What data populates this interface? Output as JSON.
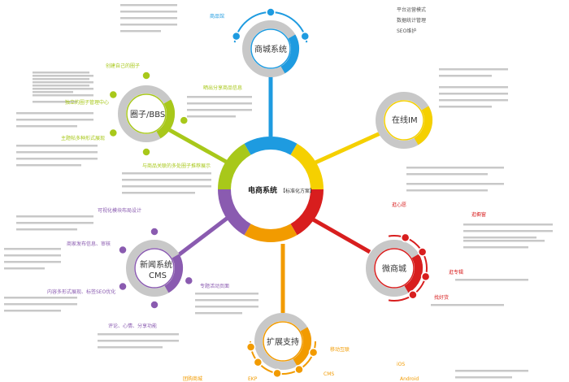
{
  "center": {
    "title": "电商系统",
    "subtitle": "【标准化方案】"
  },
  "colors": {
    "blue": "#1e9be0",
    "yellow": "#f5d000",
    "red": "#d81e1e",
    "orange": "#f29b00",
    "purple": "#8a5bb0",
    "green": "#a8c81a",
    "gray": "#c8c8c8"
  },
  "modules": {
    "mall": {
      "label": "商城系统",
      "group": "商品馆",
      "items": [
        "商品馆",
        "平台运营模式",
        "数据统计管理",
        "SEO维护"
      ]
    },
    "bbs": {
      "label": "圈子/BBS",
      "headings": [
        "创建自己的圈子",
        "独立的圈子管理中心",
        "主题帖多种形式展现",
        "晒出分享商品信息",
        "与商品关联的多处圈子推荐展示"
      ]
    },
    "im": {
      "label": "在线IM"
    },
    "cms": {
      "label1": "新闻系统",
      "label2": "CMS",
      "headings": [
        "可视化模块布局设计",
        "商家发布信息、审核",
        "内容多形式展现、标签SEO优化",
        "评论、心情、分享功能",
        "专题活动页面"
      ]
    },
    "wshop": {
      "label": "微商城",
      "headings": [
        "逛心愿",
        "逛橱窗",
        "逛专辑",
        "找好货"
      ]
    },
    "ext": {
      "label": "扩展支持",
      "headings": [
        "移动互联",
        "CMS",
        "EKP",
        "团购商城",
        "iOS",
        "Android"
      ]
    }
  }
}
